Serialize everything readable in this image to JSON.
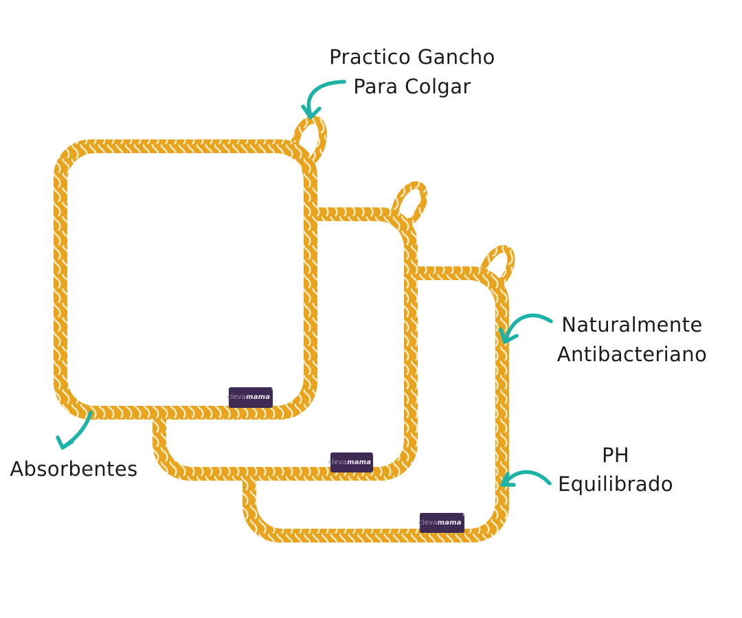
{
  "page": {
    "background": "#ffffff",
    "description_of_scene": "Three overlapping square baby washcloths with mustard-yellow wave-print binding, each with a hanging loop and a purple brand tag, annotated with teal callout arrows"
  },
  "product": {
    "item_count": 3,
    "brand": {
      "prefix": "cleva",
      "suffix": "mama",
      "registered": "®"
    },
    "colors": {
      "binding_yellow": "#e8a41f",
      "binding_wave_print": "#fbeecb",
      "cloth_interior": "#ffffff",
      "tag_purple": "#3e2a52",
      "tag_prefix_text": "#a593b5",
      "tag_suffix_text": "#efe9f4"
    }
  },
  "annotations": {
    "arrow_color": "#1cb2a6",
    "text_color": "#1c1c1e",
    "items": [
      {
        "id": "hook",
        "line1": "Practico Gancho",
        "line2": "Para Colgar"
      },
      {
        "id": "antibacterial",
        "line1": "Naturalmente",
        "line2": "Antibacteriano"
      },
      {
        "id": "absorbent",
        "line1": "Absorbentes",
        "line2": ""
      },
      {
        "id": "ph-balanced",
        "line1": "PH",
        "line2": "Equilibrado"
      }
    ]
  }
}
